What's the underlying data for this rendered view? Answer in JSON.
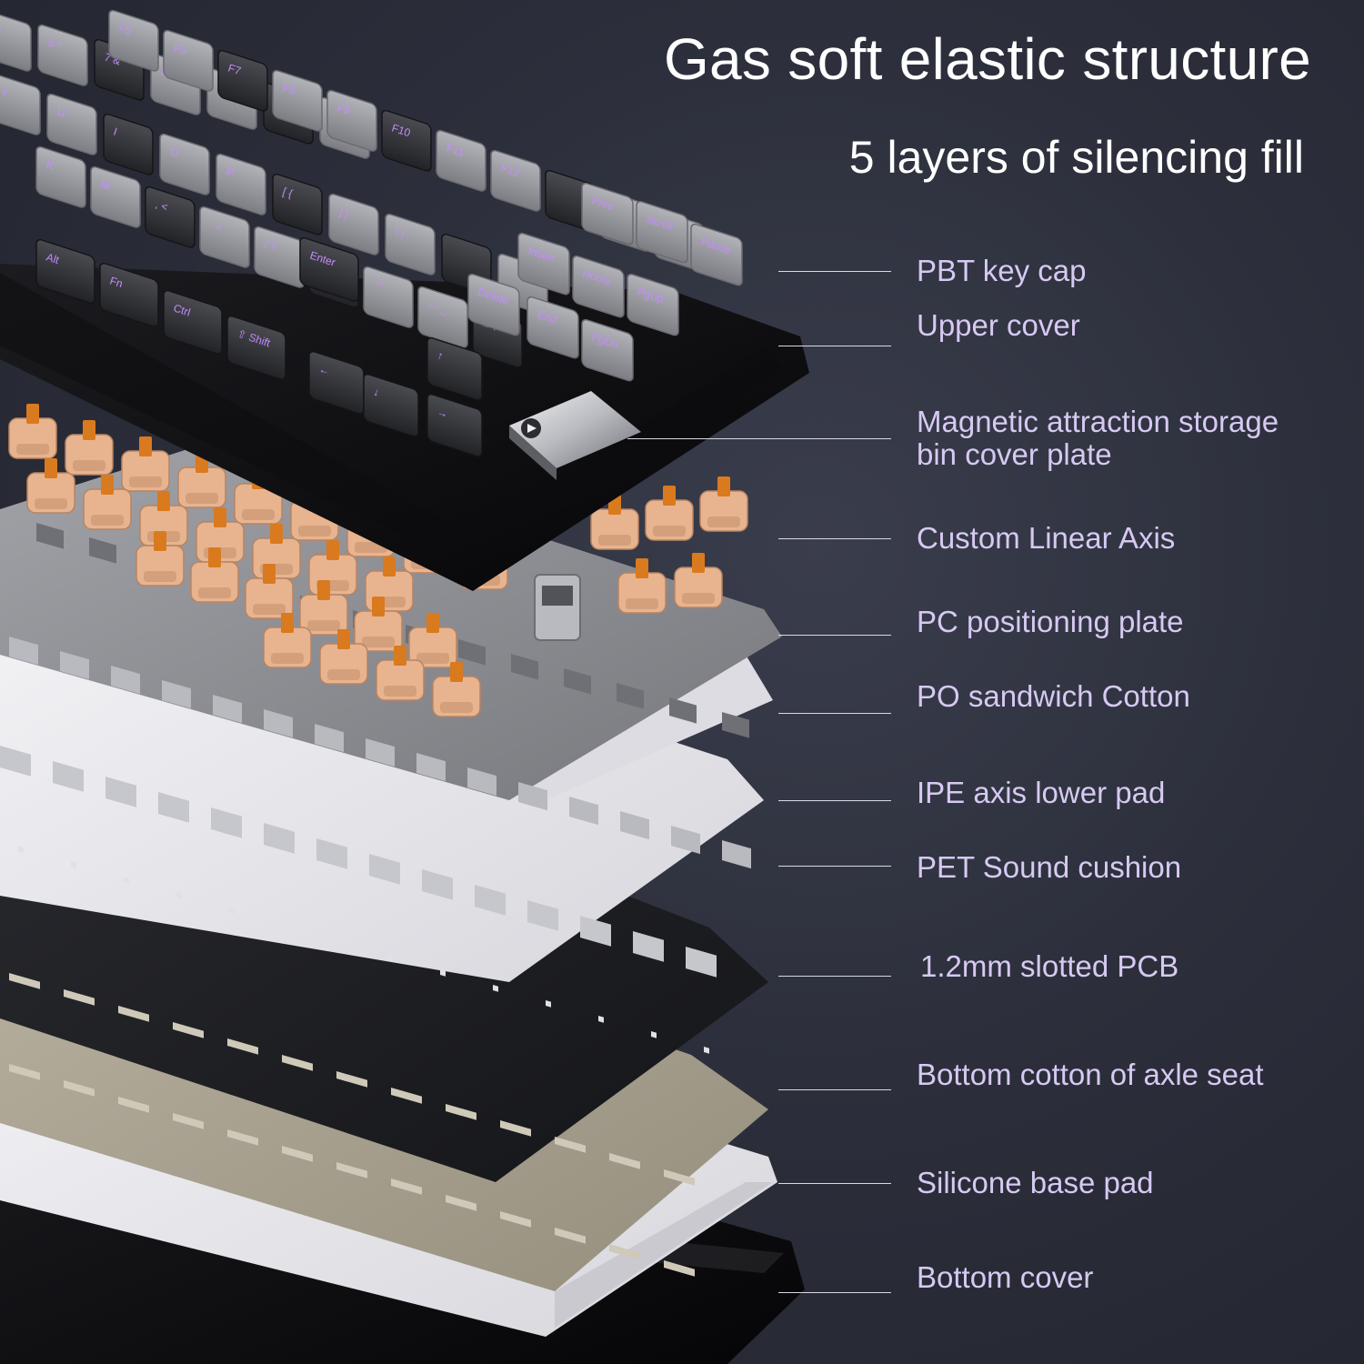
{
  "header": {
    "title": "Gas soft elastic structure",
    "subtitle": "5 layers of silencing fill"
  },
  "callouts": [
    {
      "id": "pbt-key-cap",
      "lines": [
        "PBT key cap"
      ]
    },
    {
      "id": "upper-cover",
      "lines": [
        "Upper cover"
      ]
    },
    {
      "id": "magnetic-storage-bin-cover",
      "lines": [
        "Magnetic attraction storage",
        "bin cover plate"
      ]
    },
    {
      "id": "custom-linear-axis",
      "lines": [
        "Custom Linear Axis"
      ]
    },
    {
      "id": "pc-positioning-plate",
      "lines": [
        "PC positioning plate"
      ]
    },
    {
      "id": "po-sandwich-cotton",
      "lines": [
        "PO sandwich Cotton"
      ]
    },
    {
      "id": "ipe-axis-lower-pad",
      "lines": [
        "IPE axis lower pad"
      ]
    },
    {
      "id": "pet-sound-cushion",
      "lines": [
        "PET Sound cushion"
      ]
    },
    {
      "id": "slotted-pcb",
      "lines": [
        "1.2mm slotted PCB"
      ]
    },
    {
      "id": "bottom-cotton-axle-seat",
      "lines": [
        "Bottom cotton of axle seat"
      ]
    },
    {
      "id": "silicone-base-pad",
      "lines": [
        "Silicone base pad"
      ]
    },
    {
      "id": "bottom-cover",
      "lines": [
        "Bottom cover"
      ]
    }
  ],
  "keycaps": [
    {
      "legend": "%"
    },
    {
      "legend": "6 ^"
    },
    {
      "legend": "7 &"
    },
    {
      "legend": "8 *"
    },
    {
      "legend": "9 ("
    },
    {
      "legend": "0 )"
    },
    {
      "legend": "F5"
    },
    {
      "legend": "F6"
    },
    {
      "legend": "F7"
    },
    {
      "legend": "F8"
    },
    {
      "legend": "F9"
    },
    {
      "legend": "F10"
    },
    {
      "legend": "F11"
    },
    {
      "legend": "F12"
    },
    {
      "legend": "Y"
    },
    {
      "legend": "U"
    },
    {
      "legend": "I"
    },
    {
      "legend": "O"
    },
    {
      "legend": "P"
    },
    {
      "legend": "[ {"
    },
    {
      "legend": "] }"
    },
    {
      "legend": "\\ |"
    },
    {
      "legend": "K"
    },
    {
      "legend": "M"
    },
    {
      "legend": ", <"
    },
    {
      "legend": ". >"
    },
    {
      "legend": "/ ?"
    },
    {
      "legend": "; :"
    },
    {
      "legend": "' \""
    },
    {
      "legend": "— _"
    },
    {
      "legend": "= +"
    },
    {
      "legend": "Alt"
    },
    {
      "legend": "Fn"
    },
    {
      "legend": "Ctrl"
    },
    {
      "legend": "⇧ Shift"
    },
    {
      "legend": "Enter"
    },
    {
      "legend": "Print"
    },
    {
      "legend": "Scroll"
    },
    {
      "legend": "Pause"
    },
    {
      "legend": "Insert"
    },
    {
      "legend": "Home"
    },
    {
      "legend": "PgUp"
    },
    {
      "legend": "Delete"
    },
    {
      "legend": "End"
    },
    {
      "legend": "PgDn"
    },
    {
      "legend": "←"
    },
    {
      "legend": "↓"
    },
    {
      "legend": "↑"
    },
    {
      "legend": "→"
    }
  ],
  "colors": {
    "background": "#2c2f3b",
    "title_text": "#ffffff",
    "callout_text": "#d6c9f2",
    "leader_line": "#d9d9e6",
    "keycap_light": "#9a9ba0",
    "keycap_dark": "#3a3b3f",
    "legend_glow": "#c48cff",
    "switch_housing": "#e8b48f",
    "switch_stem": "#d97a1f",
    "plate_steel": "#8e8f94",
    "cotton_white": "#e9e9ee",
    "pcb_black": "#1d1e22",
    "seat_cotton": "#a9a18f",
    "case_black": "#0f0f12"
  },
  "icons": [
    "storage-bin-logo-icon",
    "wireless-receiver-icon"
  ]
}
